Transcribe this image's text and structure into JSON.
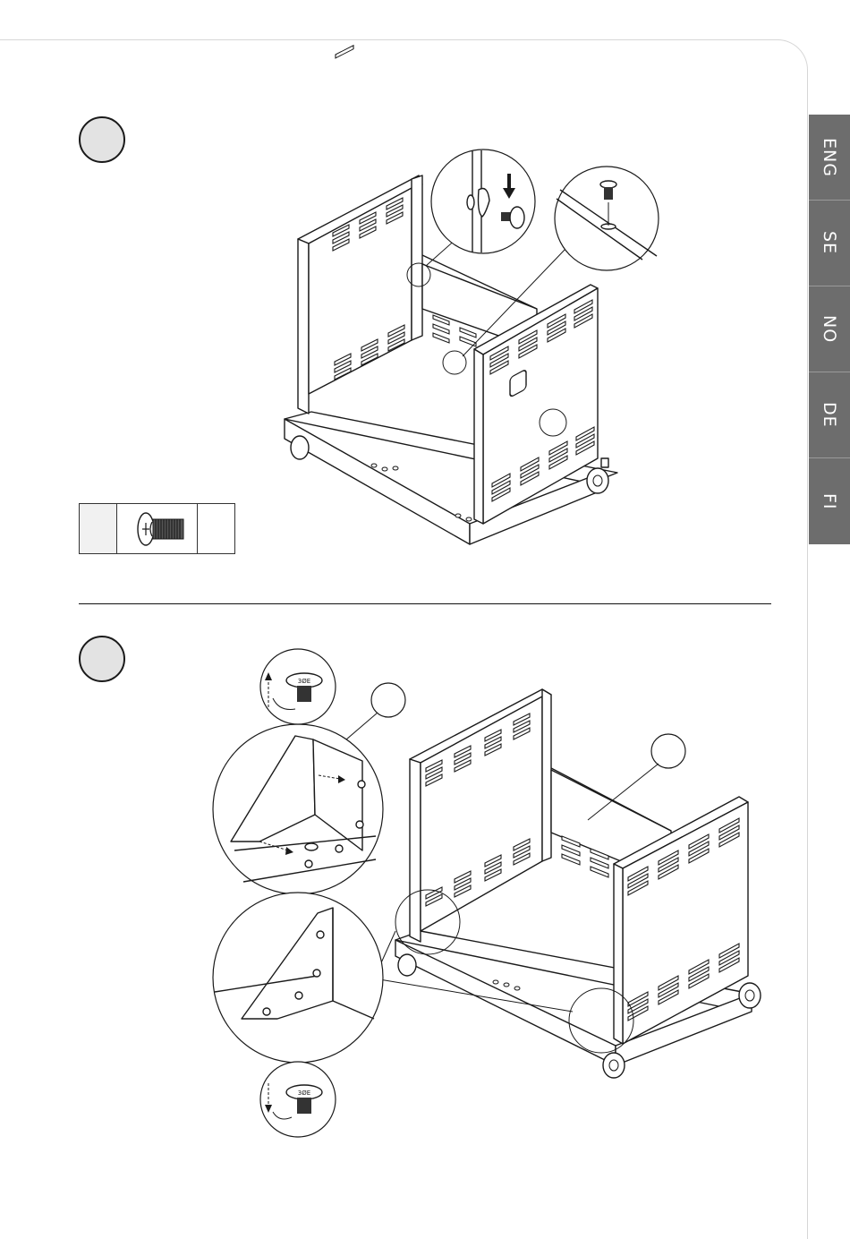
{
  "language_tabs": [
    {
      "code": "ENG"
    },
    {
      "code": "SE"
    },
    {
      "code": "NO"
    },
    {
      "code": "DE"
    },
    {
      "code": "FI"
    }
  ],
  "steps": [
    {
      "number": ""
    },
    {
      "number": ""
    }
  ],
  "callout_labels": {
    "screw_label": "3ØE"
  },
  "icons": [
    "screw-icon",
    "arrow-down-icon",
    "rotate-arrow-icon"
  ],
  "colors": {
    "tab_background": "#6d6d6d",
    "tab_text": "#ffffff",
    "step_circle_fill": "#e3e3e3",
    "line_art": "#1a1a1a"
  }
}
